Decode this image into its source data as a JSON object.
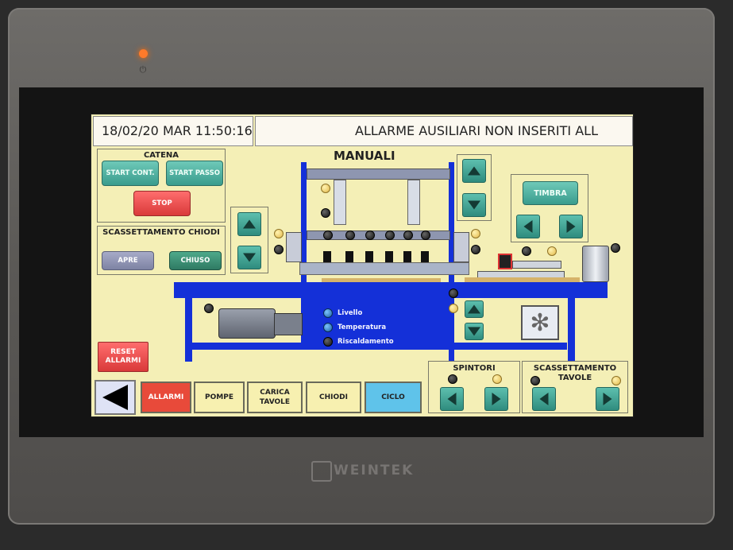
{
  "header": {
    "datetime": "18/02/20 MAR 11:50:16",
    "alarm_marquee": "ALLARME AUSILIARI NON INSERITI    ALL"
  },
  "page_title": "MANUALI",
  "catena": {
    "title": "CATENA",
    "start_cont": "START CONT.",
    "start_passo": "START PASSO",
    "stop": "STOP"
  },
  "scassettamento_chiodi": {
    "title": "SCASSETTAMENTO CHIODI",
    "apre": "APRE",
    "chiuso": "CHIUSO"
  },
  "timbra": {
    "label": "TIMBRA"
  },
  "legend": {
    "livello": "Livello",
    "temperatura": "Temperatura",
    "riscaldamento": "Riscaldamento"
  },
  "reset": {
    "label": "RESET ALLARMI"
  },
  "spintori": {
    "title": "SPINTORI"
  },
  "scassettamento_tavole": {
    "title": "SCASSETTAMENTO TAVOLE"
  },
  "nav": {
    "allarmi": "ALLARMI",
    "pompe": "POMPE",
    "carica_tavole": "CARICA TAVOLE",
    "chiodi": "CHIODI",
    "ciclo": "CICLO"
  },
  "brand": "WEINTEK",
  "colors": {
    "screen_bg": "#f4efb6",
    "machine_blue": "#1430d8",
    "teal": "#3a9c8d",
    "alarm_red": "#e84a3a",
    "ciclo_blue": "#5fc3ea",
    "led_orange": "#ff7a2a"
  }
}
